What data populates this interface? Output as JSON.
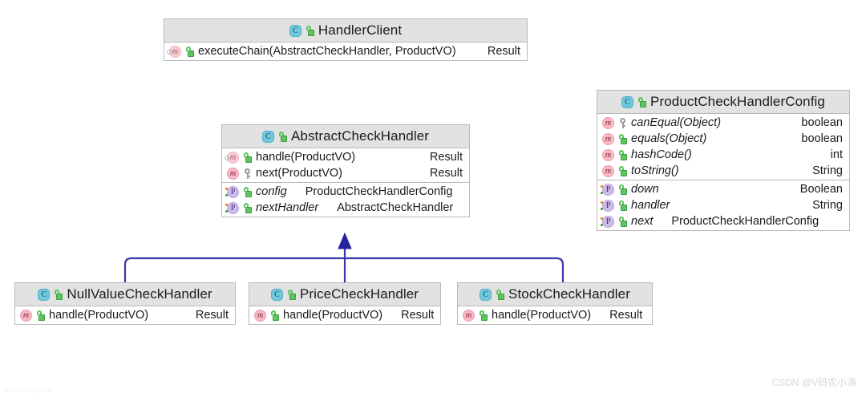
{
  "diagram": {
    "type": "uml-class-diagram",
    "background": "#ffffff",
    "edge_color": "#3b38a8",
    "header_fill": "#e2e2e2",
    "border_color": "#b9b9b9"
  },
  "icons": {
    "class": "class-icon",
    "method": "method-icon",
    "property": "property-icon",
    "public": "public-padlock-icon",
    "protected": "protected-key-icon"
  },
  "classes": {
    "handler_client": {
      "name": "HandlerClient",
      "members": [
        {
          "name": "executeChain(AbstractCheckHandler, ProductVO)",
          "type": "Result",
          "kind": "method",
          "visibility": "public",
          "abstract": true
        }
      ]
    },
    "abstract_check_handler": {
      "name": "AbstractCheckHandler",
      "methods": [
        {
          "name": "handle(ProductVO)",
          "type": "Result",
          "kind": "method",
          "visibility": "public",
          "abstract": true
        },
        {
          "name": "next(ProductVO)",
          "type": "Result",
          "kind": "method",
          "visibility": "protected",
          "abstract": false
        }
      ],
      "properties": [
        {
          "name": "config",
          "type": "ProductCheckHandlerConfig",
          "kind": "property",
          "visibility": "public"
        },
        {
          "name": "nextHandler",
          "type": "AbstractCheckHandler",
          "kind": "property",
          "visibility": "public"
        }
      ]
    },
    "product_check_handler_config": {
      "name": "ProductCheckHandlerConfig",
      "methods": [
        {
          "name": "canEqual(Object)",
          "type": "boolean",
          "kind": "method",
          "visibility": "protected"
        },
        {
          "name": "equals(Object)",
          "type": "boolean",
          "kind": "method",
          "visibility": "public"
        },
        {
          "name": "hashCode()",
          "type": "int",
          "kind": "method",
          "visibility": "public"
        },
        {
          "name": "toString()",
          "type": "String",
          "kind": "method",
          "visibility": "public"
        }
      ],
      "properties": [
        {
          "name": "down",
          "type": "Boolean",
          "kind": "property",
          "visibility": "public"
        },
        {
          "name": "handler",
          "type": "String",
          "kind": "property",
          "visibility": "public"
        },
        {
          "name": "next",
          "type": "ProductCheckHandlerConfig",
          "kind": "property",
          "visibility": "public"
        }
      ]
    },
    "null_value_check_handler": {
      "name": "NullValueCheckHandler",
      "members": [
        {
          "name": "handle(ProductVO)",
          "type": "Result",
          "kind": "method",
          "visibility": "public"
        }
      ]
    },
    "price_check_handler": {
      "name": "PriceCheckHandler",
      "members": [
        {
          "name": "handle(ProductVO)",
          "type": "Result",
          "kind": "method",
          "visibility": "public"
        }
      ]
    },
    "stock_check_handler": {
      "name": "StockCheckHandler",
      "members": [
        {
          "name": "handle(ProductVO)",
          "type": "Result",
          "kind": "method",
          "visibility": "public"
        }
      ]
    }
  },
  "relations": [
    {
      "from": "NullValueCheckHandler",
      "to": "AbstractCheckHandler",
      "kind": "generalization"
    },
    {
      "from": "PriceCheckHandler",
      "to": "AbstractCheckHandler",
      "kind": "generalization"
    },
    {
      "from": "StockCheckHandler",
      "to": "AbstractCheckHandler",
      "kind": "generalization"
    }
  ],
  "watermarks": {
    "right": "CSDN @V码农小涛",
    "left": "Powered by yFiles"
  }
}
